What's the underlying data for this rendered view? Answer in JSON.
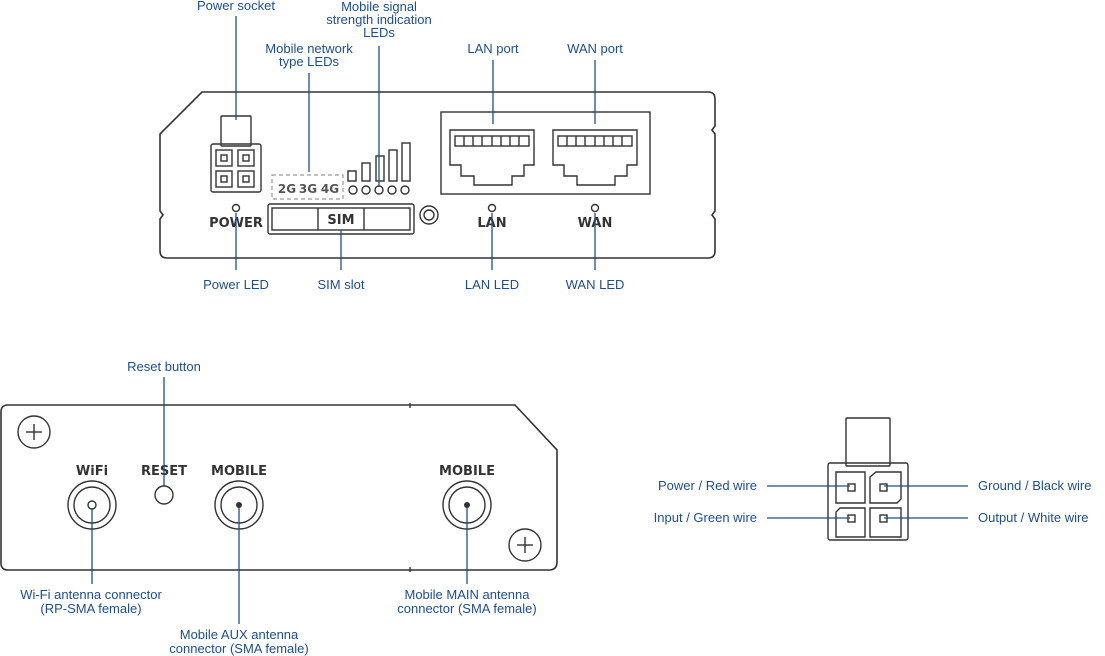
{
  "front_panel": {
    "labels": {
      "power": "POWER",
      "sim": "SIM",
      "lan": "LAN",
      "wan": "WAN",
      "net_2g": "2G",
      "net_3g": "3G",
      "net_4g": "4G"
    },
    "callouts": {
      "power_socket": "Power socket",
      "mobile_signal_1": "Mobile signal",
      "mobile_signal_2": "strength indication",
      "mobile_signal_3": "LEDs",
      "network_type_1": "Mobile network",
      "network_type_2": "type LEDs",
      "lan_port": "LAN port",
      "wan_port": "WAN port",
      "power_led": "Power LED",
      "sim_slot": "SIM slot",
      "lan_led": "LAN LED",
      "wan_led": "WAN LED"
    }
  },
  "back_panel": {
    "labels": {
      "wifi": "WiFi",
      "reset": "RESET",
      "mobile_aux": "MOBILE",
      "mobile_main": "MOBILE"
    },
    "callouts": {
      "reset_button": "Reset button",
      "wifi_antenna_1": "Wi-Fi antenna connector",
      "wifi_antenna_2": "(RP-SMA female)",
      "aux_antenna_1": "Mobile AUX antenna",
      "aux_antenna_2": "connector (SMA female)",
      "main_antenna_1": "Mobile MAIN antenna",
      "main_antenna_2": "connector (SMA female)"
    }
  },
  "power_connector": {
    "callouts": {
      "power_red": "Power / Red wire",
      "ground_black": "Ground / Black wire",
      "input_green": "Input / Green wire",
      "output_white": "Output / White wire"
    }
  },
  "colors": {
    "callout_text": "#1f4e8c",
    "outline": "#333333"
  }
}
